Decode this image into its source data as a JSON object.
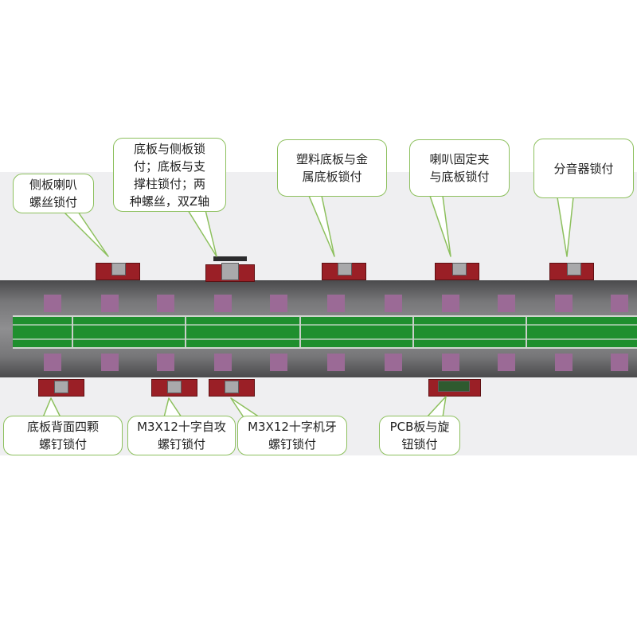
{
  "colors": {
    "callout_border": "#8dc05e",
    "station_red": "#9a1f26",
    "conveyor_green": "#1f8f2e",
    "pad_purple": "#9b6a96"
  },
  "callouts": [
    {
      "id": "callout-side-speaker",
      "text": "侧板喇叭\n螺丝锁付"
    },
    {
      "id": "callout-base-side",
      "text": "底板与侧板锁\n付；底板与支\n撑柱锁付；两\n种螺丝，双Z轴"
    },
    {
      "id": "callout-plastic-metal",
      "text": "塑料底板与金\n属底板锁付"
    },
    {
      "id": "callout-speaker-clip",
      "text": "喇叭固定夹\n与底板锁付"
    },
    {
      "id": "callout-splitter",
      "text": "分音器锁付"
    },
    {
      "id": "callout-base-back",
      "text": "底板背面四颗\n螺钉锁付"
    },
    {
      "id": "callout-m3-self-tap",
      "text": "M3X12十字自攻\n螺钉锁付"
    },
    {
      "id": "callout-m3-machine",
      "text": "M3X12十字机牙\n螺钉锁付"
    },
    {
      "id": "callout-pcb-knob",
      "text": "PCB板与旋\n钮锁付"
    }
  ]
}
